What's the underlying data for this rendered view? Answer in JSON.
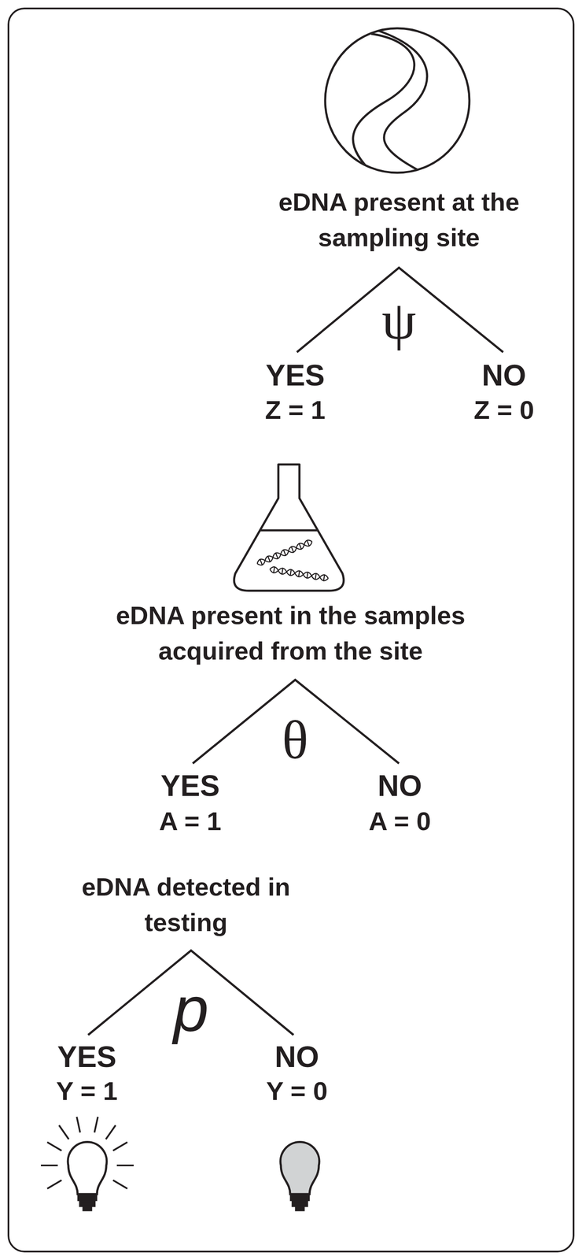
{
  "diagram": {
    "labels": [
      "eDNA present at the sampling site",
      "ψ",
      "YES",
      "Z = 1",
      "NO",
      "Z = 0",
      "eDNA present in the samples acquired from the site",
      "θ",
      "YES",
      "A = 1",
      "NO",
      "A = 0",
      "eDNA detected in testing",
      "p",
      "YES",
      "Y = 1",
      "NO",
      "Y = 0"
    ]
  }
}
